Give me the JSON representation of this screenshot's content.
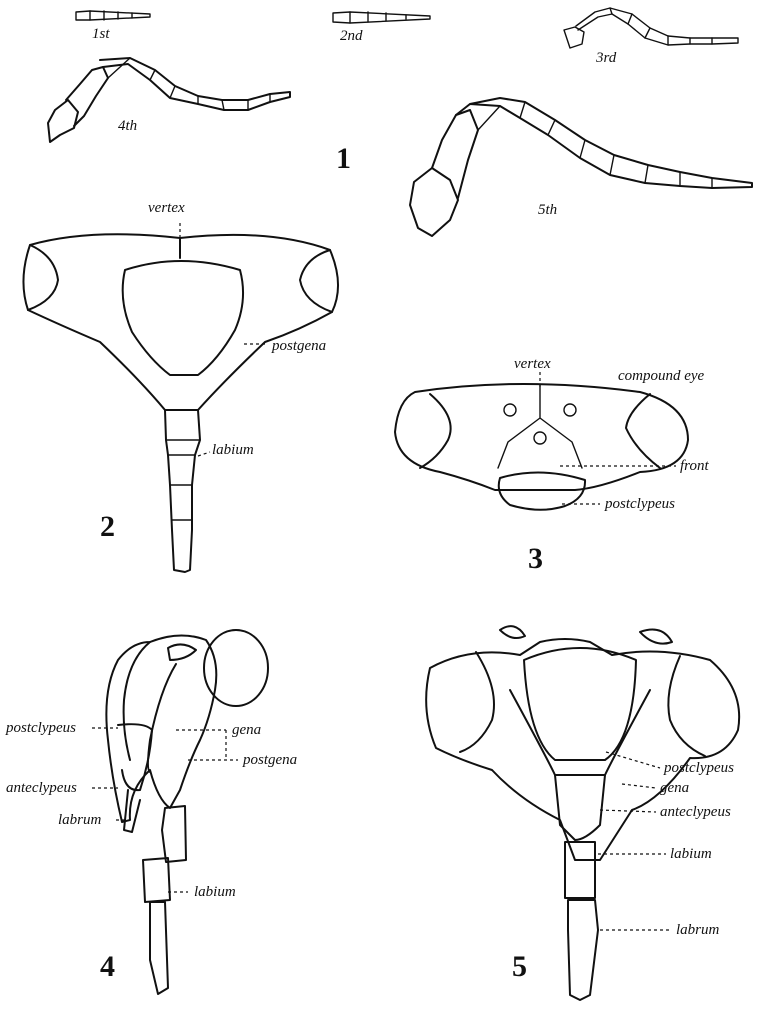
{
  "figure_numbers": [
    "1",
    "2",
    "3",
    "4",
    "5"
  ],
  "fig1": {
    "instars": [
      "1st",
      "2nd",
      "3rd",
      "4th",
      "5th"
    ]
  },
  "fig2": {
    "labels": {
      "vertex": "vertex",
      "postgena": "postgena",
      "labium": "labium"
    }
  },
  "fig3": {
    "labels": {
      "vertex": "vertex",
      "compound_eye": "compound eye",
      "front": "front",
      "postclypeus": "postclypeus"
    }
  },
  "fig4": {
    "labels": {
      "postclypeus": "postclypeus",
      "gena": "gena",
      "postgena": "postgena",
      "anteclypeus": "anteclypeus",
      "labrum": "labrum",
      "labium": "labium"
    }
  },
  "fig5": {
    "labels": {
      "postclypeus": "postclypeus",
      "gena": "gena",
      "anteclypeus": "anteclypeus",
      "labium": "labium",
      "labrum": "labrum"
    }
  }
}
